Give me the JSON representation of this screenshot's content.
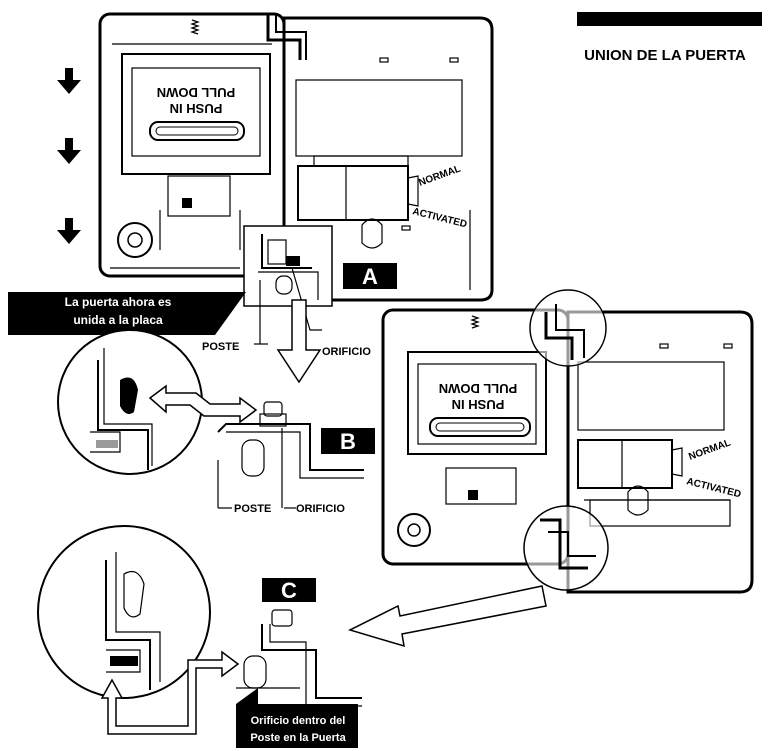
{
  "title": "UNION DE LA PUERTA",
  "device_text": {
    "push_in": "PUSH IN",
    "pull_down": "PULL DOWN",
    "normal": "NORMAL",
    "activated": "ACTIVATED"
  },
  "panel_letters": {
    "a": "A",
    "b": "B",
    "c": "C"
  },
  "callouts": {
    "attached_line1": "La puerta ahora es",
    "attached_line2": "unida a la placa",
    "hole_line1": "Orificio dentro del",
    "hole_line2": "Poste en la Puerta"
  },
  "labels": {
    "poste_a": "POSTE",
    "orificio_a": "ORIFICIO",
    "poste_b": "POSTE",
    "orificio_b": "ORIFICIO"
  },
  "colors": {
    "ink": "#000000",
    "paper": "#ffffff",
    "shade": "#9a9a9a"
  }
}
